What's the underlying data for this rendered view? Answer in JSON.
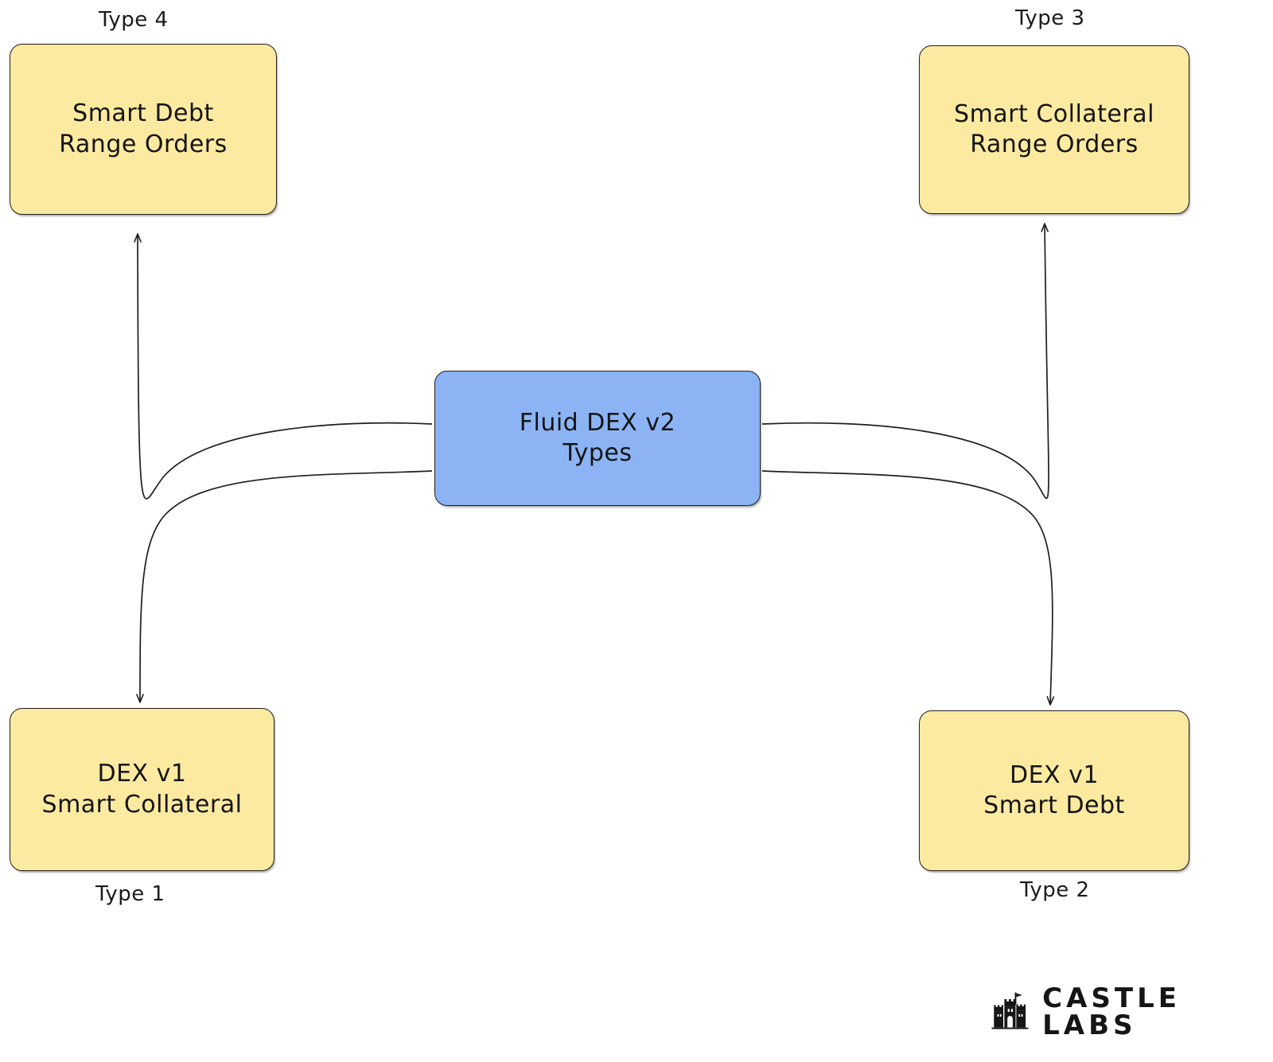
{
  "diagram": {
    "title": "Fluid DEX v2 Types",
    "type": "mind-map",
    "background_color": "#ffffff",
    "center_node": {
      "id": "center",
      "label": "Fluid DEX v2\nTypes",
      "fill": "#8cb4f5",
      "stroke": "#1e1e1e"
    },
    "leaf_fill": "#fbeaa0",
    "leaf_stroke": "#1e1e1e",
    "edge_color": "#1f1f1f",
    "nodes": [
      {
        "id": "type4",
        "label": "Smart Debt\nRange Orders",
        "tag": "Type 4",
        "tag_position": "above",
        "corner": "top-left"
      },
      {
        "id": "type3",
        "label": "Smart Collateral\nRange Orders",
        "tag": "Type 3",
        "tag_position": "above",
        "corner": "top-right"
      },
      {
        "id": "type1",
        "label": "DEX v1\nSmart Collateral",
        "tag": "Type 1",
        "tag_position": "below",
        "corner": "bottom-left"
      },
      {
        "id": "type2",
        "label": "DEX v1\nSmart Debt",
        "tag": "Type 2",
        "tag_position": "below",
        "corner": "bottom-right"
      }
    ],
    "edges": [
      {
        "from": "center",
        "to": "type4",
        "arrow": "to"
      },
      {
        "from": "center",
        "to": "type3",
        "arrow": "to"
      },
      {
        "from": "center",
        "to": "type1",
        "arrow": "to"
      },
      {
        "from": "center",
        "to": "type2",
        "arrow": "to"
      }
    ]
  },
  "logo": {
    "text": "CASTLE LABS",
    "mark": "castle-icon",
    "color": "#151515"
  }
}
